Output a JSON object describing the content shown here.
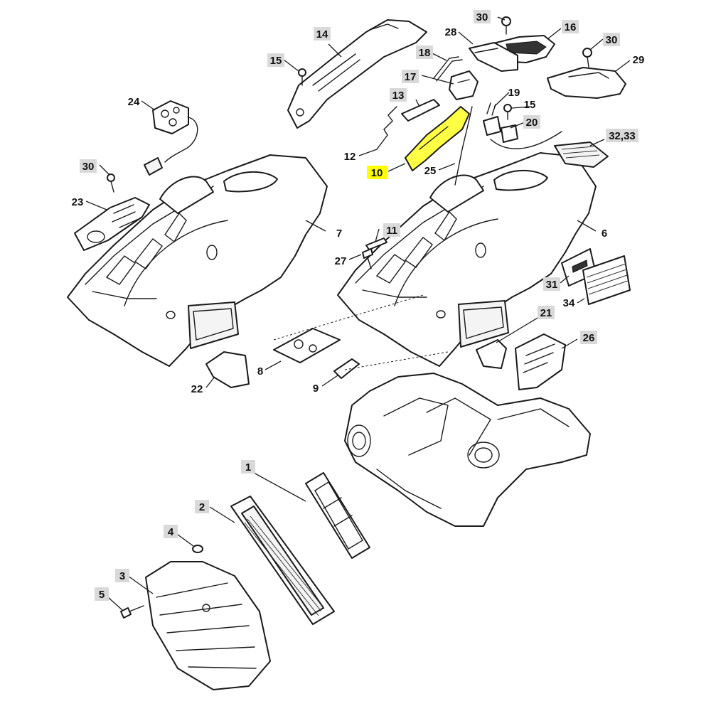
{
  "colors": {
    "callout_bg": "#d9d9d9",
    "highlight": "#ffff00",
    "line": "#1a1a1a"
  },
  "callouts": [
    {
      "id": "c1",
      "label": "1",
      "boxed": true
    },
    {
      "id": "c2",
      "label": "2",
      "boxed": true
    },
    {
      "id": "c3",
      "label": "3",
      "boxed": true
    },
    {
      "id": "c4",
      "label": "4",
      "boxed": true
    },
    {
      "id": "c5",
      "label": "5",
      "boxed": true
    },
    {
      "id": "c6",
      "label": "6",
      "boxed": false
    },
    {
      "id": "c7",
      "label": "7",
      "boxed": false
    },
    {
      "id": "c8",
      "label": "8",
      "boxed": false
    },
    {
      "id": "c9",
      "label": "9",
      "boxed": false
    },
    {
      "id": "c10",
      "label": "10",
      "boxed": true,
      "highlighted": true
    },
    {
      "id": "c11",
      "label": "11",
      "boxed": true
    },
    {
      "id": "c12",
      "label": "12",
      "boxed": false
    },
    {
      "id": "c13",
      "label": "13",
      "boxed": true
    },
    {
      "id": "c14",
      "label": "14",
      "boxed": true
    },
    {
      "id": "c15a",
      "label": "15",
      "boxed": true
    },
    {
      "id": "c15b",
      "label": "15",
      "boxed": false
    },
    {
      "id": "c16",
      "label": "16",
      "boxed": true
    },
    {
      "id": "c17",
      "label": "17",
      "boxed": true
    },
    {
      "id": "c18",
      "label": "18",
      "boxed": true
    },
    {
      "id": "c19",
      "label": "19",
      "boxed": false
    },
    {
      "id": "c20",
      "label": "20",
      "boxed": true
    },
    {
      "id": "c21",
      "label": "21",
      "boxed": true
    },
    {
      "id": "c22",
      "label": "22",
      "boxed": false
    },
    {
      "id": "c23",
      "label": "23",
      "boxed": false
    },
    {
      "id": "c24",
      "label": "24",
      "boxed": false
    },
    {
      "id": "c25",
      "label": "25",
      "boxed": false
    },
    {
      "id": "c26",
      "label": "26",
      "boxed": true
    },
    {
      "id": "c27",
      "label": "27",
      "boxed": false
    },
    {
      "id": "c28",
      "label": "28",
      "boxed": false
    },
    {
      "id": "c29",
      "label": "29",
      "boxed": false
    },
    {
      "id": "c30a",
      "label": "30",
      "boxed": true
    },
    {
      "id": "c30b",
      "label": "30",
      "boxed": true
    },
    {
      "id": "c30c",
      "label": "30",
      "boxed": true
    },
    {
      "id": "c31",
      "label": "31",
      "boxed": true
    },
    {
      "id": "c3233",
      "label": "32,33",
      "boxed": true
    },
    {
      "id": "c34",
      "label": "34",
      "boxed": false
    }
  ]
}
